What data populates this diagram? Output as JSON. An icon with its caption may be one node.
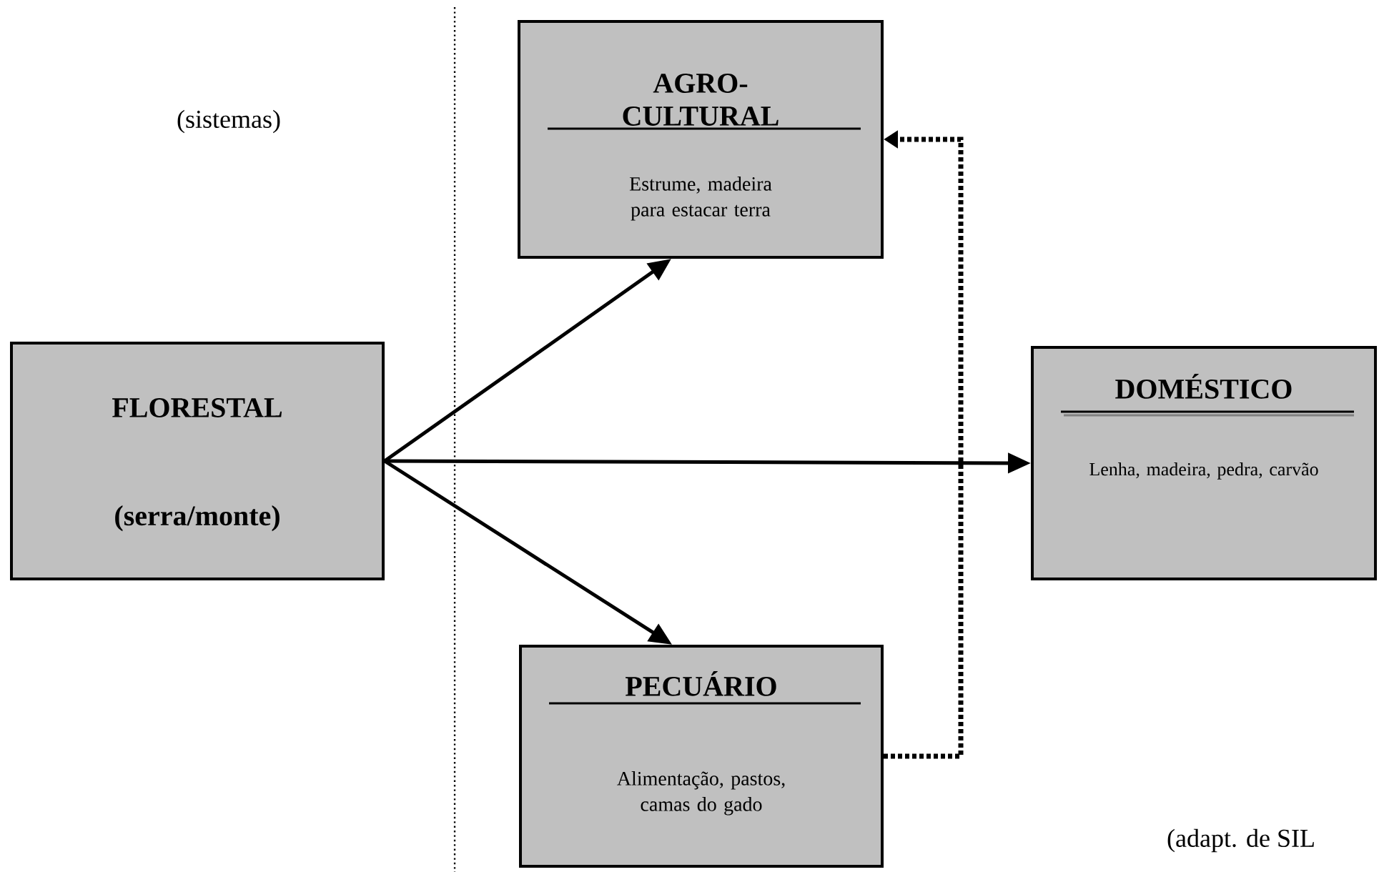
{
  "diagram": {
    "nodes": [
      {
        "text": [
          "FLORESTAL",
          "(serra/monte)"
        ]
      },
      {
        "text": [
          "AGRO- CULTURAL",
          "Estrume, madeira para estacar terra"
        ]
      },
      {
        "text": [
          "DOMÉSTICO",
          "Lenha, madeira, pedra, carvão"
        ]
      },
      {
        "text": [
          "PECUÁRIO",
          "Alimentação, pastos, camas do gado"
        ]
      }
    ],
    "edges": [
      {
        "from": 0,
        "to": 1,
        "arrow": "to"
      },
      {
        "from": 0,
        "to": 2,
        "arrow": "to"
      },
      {
        "from": 0,
        "to": 3,
        "arrow": "to"
      },
      {
        "from": 3,
        "to": 1,
        "arrow": "to",
        "style": "dashed"
      }
    ],
    "labels": [
      "(sistemas)",
      "(adapt. de SIL"
    ]
  }
}
